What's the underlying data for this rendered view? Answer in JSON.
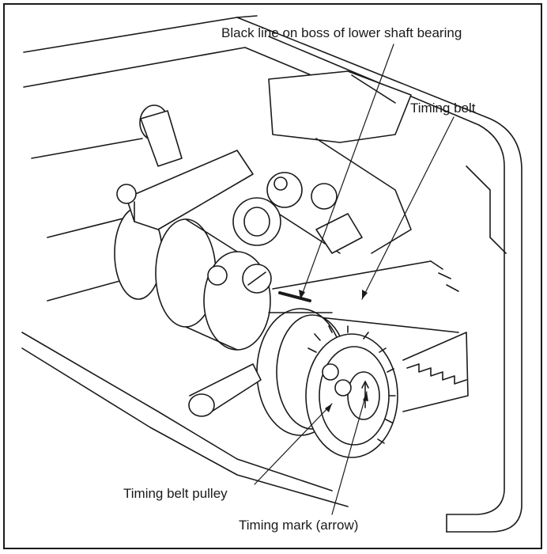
{
  "labels": {
    "black_line": "Black line on boss of lower shaft bearing",
    "timing_belt": "Timing belt",
    "timing_belt_pulley": "Timing belt pulley",
    "timing_mark": "Timing mark (arrow)"
  },
  "colors": {
    "line": "#1a1a1a",
    "fill": "#ffffff",
    "shade": "#d9d9d9"
  }
}
